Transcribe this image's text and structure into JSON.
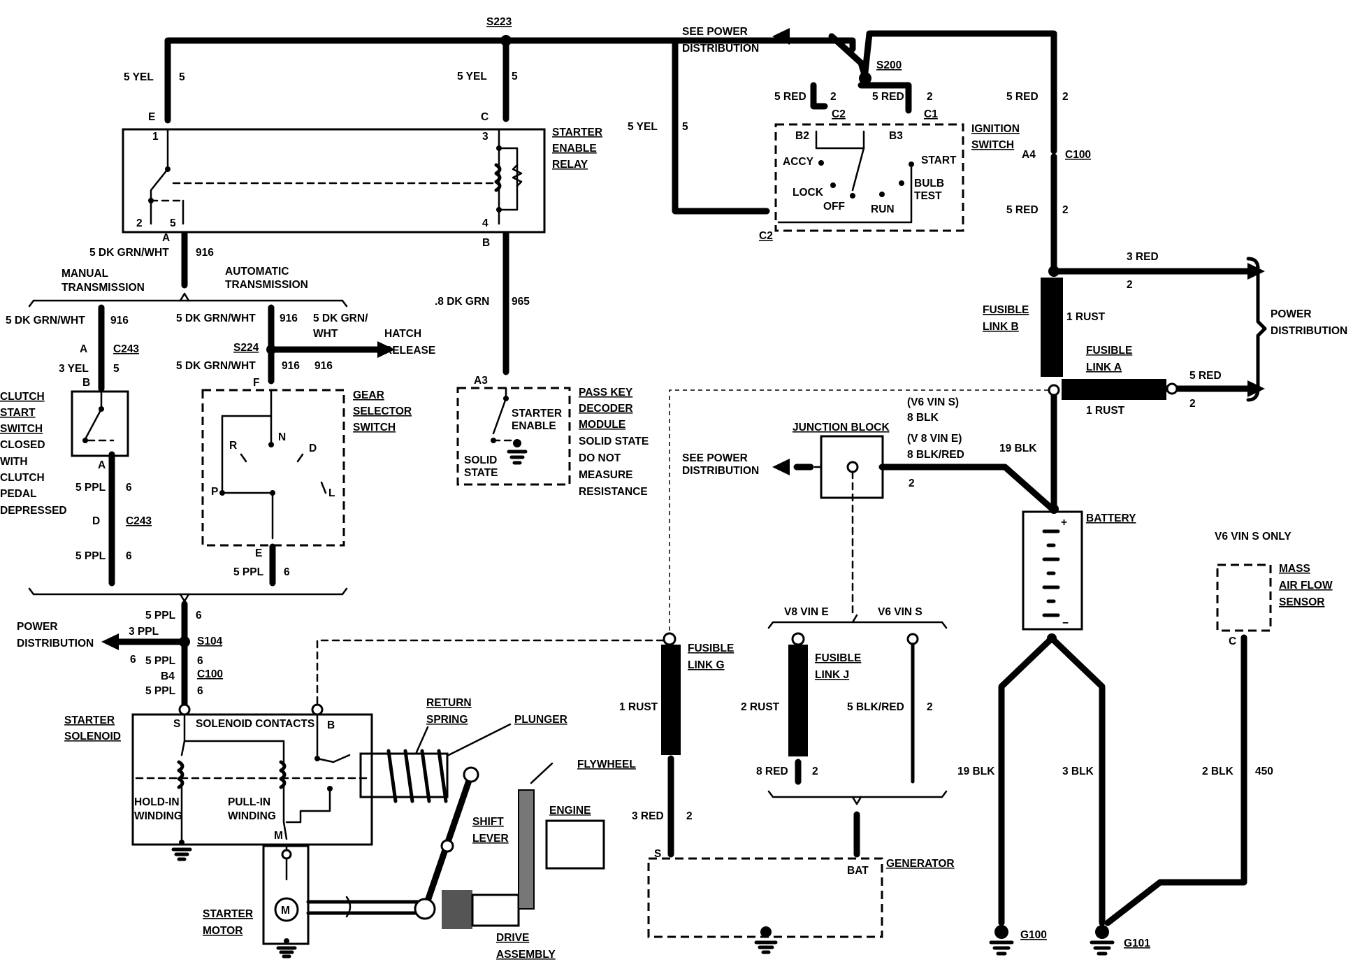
{
  "splices": {
    "s223": "S223",
    "s200": "S200",
    "s224": "S224",
    "s104": "S104"
  },
  "top": {
    "see_power_1": "SEE POWER",
    "see_power_2": "DISTRIBUTION",
    "w_e_left": "5 YEL",
    "w_e_right": "5",
    "w_c_left": "5 YEL",
    "w_c_right": "5",
    "w_ign_left": "5 YEL",
    "w_ign_right": "5",
    "w_c2_left": "5 RED",
    "w_c2_right": "2",
    "w_c1_left": "5 RED",
    "w_c1_right": "2",
    "w_a4_left": "5 RED",
    "w_a4_right": "2",
    "w_a4b_left": "5 RED",
    "w_a4b_right": "2"
  },
  "relay": {
    "label_1": "STARTER",
    "label_2": "ENABLE",
    "label_3": "RELAY",
    "conn_e": "E",
    "conn_c": "C",
    "conn_a": "A",
    "conn_b": "B",
    "pin_1": "1",
    "pin_2": "2",
    "pin_3": "3",
    "pin_4": "4",
    "pin_5": "5"
  },
  "ignition": {
    "label_1": "IGNITION",
    "label_2": "SWITCH",
    "c2_top": "C2",
    "c1_top": "C1",
    "b2": "B2",
    "b3": "B3",
    "accy": "ACCY",
    "start": "START",
    "lock": "LOCK",
    "off": "OFF",
    "run": "RUN",
    "bulb": "BULB",
    "test": "TEST",
    "c2_bottom": "C2"
  },
  "c100_top": {
    "a4": "A4",
    "c100": "C100"
  },
  "transmission": {
    "w_916_left": "5 DK GRN/WHT",
    "w_916_right": "916",
    "manual_1": "MANUAL",
    "manual_2": "TRANSMISSION",
    "auto_1": "AUTOMATIC",
    "auto_2": "TRANSMISSION",
    "m_w_left": "5 DK GRN/WHT",
    "m_w_right": "916",
    "a_w_left": "5 DK GRN/WHT",
    "a_w_right": "916",
    "hatch_w_1": "5 DK GRN/",
    "hatch_w_2": "WHT",
    "hatch_1": "HATCH",
    "hatch_2": "RELEASE",
    "a_w2_left": "5 DK GRN/WHT",
    "a_w2_mid": "916",
    "a_w2_right": "916",
    "conn_f": "F",
    "conn_e": "E"
  },
  "clutch": {
    "conn_a": "A",
    "c243": "C243",
    "w3_left": "3 YEL",
    "w3_right": "5",
    "conn_b": "B",
    "conn_a2": "A",
    "l1": "CLUTCH",
    "l2": "START",
    "l3": "SWITCH",
    "l4": "CLOSED",
    "l5": "WITH",
    "l6": "CLUTCH",
    "l7": "PEDAL",
    "l8": "DEPRESSED",
    "w_ppl_left": "5 PPL",
    "w_ppl_right": "6",
    "conn_d": "D",
    "c243_b": "C243",
    "w_ppl2_left": "5 PPL",
    "w_ppl2_right": "6"
  },
  "gear": {
    "l1": "GEAR",
    "l2": "SELECTOR",
    "l3": "SWITCH",
    "r": "R",
    "n": "N",
    "d": "D",
    "p": "P",
    "l": "L",
    "w_left": "5 PPL",
    "w_right": "6"
  },
  "pass_key": {
    "w_left": ".8 DK GRN",
    "w_right": "965",
    "a3": "A3",
    "starter": "STARTER",
    "enable": "ENABLE",
    "solid": "SOLID",
    "state": "STATE",
    "l1": "PASS KEY",
    "l2": "DECODER",
    "l3": "MODULE",
    "l4": "SOLID STATE",
    "l5": "DO NOT",
    "l6": "MEASURE",
    "l7": "RESISTANCE"
  },
  "s104_area": {
    "w1_left": "5 PPL",
    "w1_right": "6",
    "power_1": "POWER",
    "power_2": "DISTRIBUTION",
    "w_3ppl": "3 PPL",
    "w_6": "6",
    "w2_left": "5 PPL",
    "w2_right": "6",
    "b4": "B4",
    "c100": "C100",
    "w3_left": "5 PPL",
    "w3_right": "6"
  },
  "starter": {
    "sol_1": "STARTER",
    "sol_2": "SOLENOID",
    "s": "S",
    "contacts": "SOLENOID CONTACTS",
    "b": "B",
    "hold_1": "HOLD-IN",
    "hold_2": "WINDING",
    "pull_1": "PULL-IN",
    "pull_2": "WINDING",
    "m": "M",
    "motor_1": "STARTER",
    "motor_2": "MOTOR",
    "return_1": "RETURN",
    "return_2": "SPRING",
    "plunger": "PLUNGER",
    "flywheel": "FLYWHEEL",
    "engine": "ENGINE",
    "shift_1": "SHIFT",
    "shift_2": "LEVER",
    "drive_1": "DRIVE",
    "drive_2": "ASSEMBLY",
    "motor_symbol": "M"
  },
  "right": {
    "w_3red": "3 RED",
    "w_3red_num": "2",
    "fusible_b_1": "FUSIBLE",
    "fusible_b_2": "LINK B",
    "rust_b": "1 RUST",
    "fusible_a_1": "FUSIBLE",
    "fusible_a_2": "LINK A",
    "rust_a": "1 RUST",
    "w_5red": "5 RED",
    "w_5red_num": "2",
    "power_1": "POWER",
    "power_2": "DISTRIBUTION",
    "v6_1": "(V6 VIN S)",
    "v6_2": "8 BLK",
    "v8_1": "(V 8 VIN E)",
    "v8_2": "8 BLK/RED",
    "w_19blk": "19 BLK",
    "jb": "JUNCTION BLOCK",
    "see_1": "SEE POWER",
    "see_2": "DISTRIBUTION",
    "jb_2": "2",
    "battery": "BATTERY",
    "plus": "+",
    "minus": "−",
    "v6_only": "V6 VIN S ONLY",
    "maf_1": "MASS",
    "maf_2": "AIR FLOW",
    "maf_3": "SENSOR",
    "maf_c": "C",
    "w_19blk_b": "19 BLK",
    "w_3blk": "3 BLK",
    "w_2blk": "2 BLK",
    "w_450": "450",
    "g100": "G100",
    "g101": "G101"
  },
  "generator": {
    "fus_g_1": "FUSIBLE",
    "fus_g_2": "LINK G",
    "rust_g": "1 RUST",
    "v8": "V8 VIN E",
    "v6": "V6 VIN S",
    "fus_j_1": "FUSIBLE",
    "fus_j_2": "LINK J",
    "rust_j": "2 RUST",
    "blkred": "5 BLK/RED",
    "blkred_num": "2",
    "red8": "8 RED",
    "red8_num": "2",
    "red3": "3 RED",
    "red3_num": "2",
    "s": "S",
    "bat": "BAT",
    "label": "GENERATOR"
  }
}
